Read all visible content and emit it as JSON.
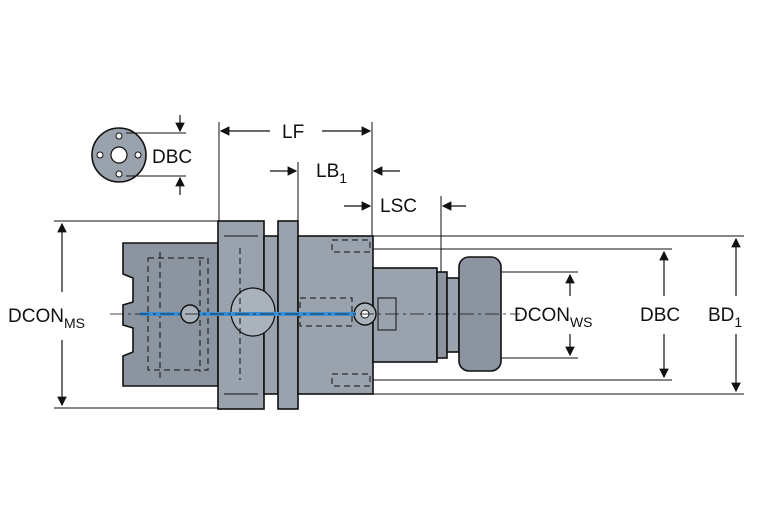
{
  "labels": {
    "lf": "LF",
    "lb1_main": "LB",
    "lb1_sub": "1",
    "lsc": "LSC",
    "dbc_icon": "DBC",
    "dcon_ms_main": "DCON",
    "dcon_ms_sub": "MS",
    "dcon_ws_main": "DCON",
    "dcon_ws_sub": "WS",
    "dbc_right": "DBC",
    "bd1_main": "BD",
    "bd1_sub": "1"
  },
  "colors": {
    "body": "#9aa3ad",
    "coolant": "#3a8fd6",
    "line": "#111111"
  }
}
